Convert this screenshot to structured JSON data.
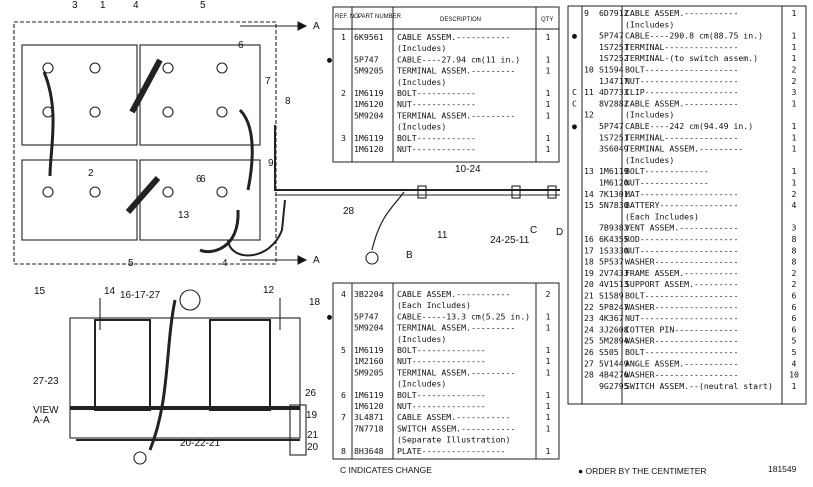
{
  "diagram": {
    "callouts_top": [
      "3",
      "1",
      "4",
      "5",
      "6",
      "7",
      "8",
      "6",
      "9",
      "10-24",
      "2",
      "6",
      "13",
      "4",
      "5",
      "11",
      "28",
      "12",
      "15",
      "14",
      "24-25-11",
      "C",
      "D",
      "B",
      "A",
      "A"
    ],
    "callouts_bottom": [
      "16-17-27",
      "18",
      "VIEW",
      "A-A",
      "27-23",
      "26",
      "19",
      "20-22-21",
      "21",
      "20"
    ]
  },
  "table1": {
    "headers": {
      "ref": "REF. NO.",
      "part": "PART NUMBER",
      "desc": "DESCRIPTION",
      "qty": "QTY"
    },
    "rows": [
      {
        "mark": "",
        "ref": "1",
        "part": "6K9561",
        "desc": "CABLE ASSEM.-----------",
        "qty": "1"
      },
      {
        "mark": "",
        "ref": "",
        "part": "",
        "desc": "(Includes)",
        "qty": ""
      },
      {
        "mark": "●",
        "ref": "",
        "part": "5P747",
        "desc": "CABLE----27.94 cm(11 in.)",
        "qty": "1"
      },
      {
        "mark": "",
        "ref": "",
        "part": "5M9205",
        "desc": "TERMINAL ASSEM.---------",
        "qty": "1"
      },
      {
        "mark": "",
        "ref": "",
        "part": "",
        "desc": "(Includes)",
        "qty": ""
      },
      {
        "mark": "",
        "ref": "2",
        "part": "1M6119",
        "desc": "BOLT------------",
        "qty": "1"
      },
      {
        "mark": "",
        "ref": "",
        "part": "1M6120",
        "desc": "NUT-------------",
        "qty": "1"
      },
      {
        "mark": "",
        "ref": "",
        "part": "5M9204",
        "desc": "TERMINAL ASSEM.---------",
        "qty": "1"
      },
      {
        "mark": "",
        "ref": "",
        "part": "",
        "desc": "(Includes)",
        "qty": ""
      },
      {
        "mark": "",
        "ref": "3",
        "part": "1M6119",
        "desc": "BOLT------------",
        "qty": "1"
      },
      {
        "mark": "",
        "ref": "",
        "part": "1M6120",
        "desc": "NUT-------------",
        "qty": "1"
      }
    ]
  },
  "table2": {
    "rows": [
      {
        "mark": "",
        "ref": "4",
        "part": "3B2204",
        "desc": "CABLE ASSEM.-----------",
        "qty": "2"
      },
      {
        "mark": "",
        "ref": "",
        "part": "",
        "desc": "(Each Includes)",
        "qty": ""
      },
      {
        "mark": "●",
        "ref": "",
        "part": "5P747",
        "desc": "CABLE-----13.3 cm(5.25 in.)",
        "qty": "1"
      },
      {
        "mark": "",
        "ref": "",
        "part": "5M9204",
        "desc": "TERMINAL ASSEM.---------",
        "qty": "1"
      },
      {
        "mark": "",
        "ref": "",
        "part": "",
        "desc": "(Includes)",
        "qty": ""
      },
      {
        "mark": "",
        "ref": "5",
        "part": "1M6119",
        "desc": "BOLT--------------",
        "qty": "1"
      },
      {
        "mark": "",
        "ref": "",
        "part": "1M2160",
        "desc": "NUT---------------",
        "qty": "1"
      },
      {
        "mark": "",
        "ref": "",
        "part": "5M9205",
        "desc": "TERMINAL ASSEM.---------",
        "qty": "1"
      },
      {
        "mark": "",
        "ref": "",
        "part": "",
        "desc": "(Includes)",
        "qty": ""
      },
      {
        "mark": "",
        "ref": "6",
        "part": "1M6119",
        "desc": "BOLT--------------",
        "qty": "1"
      },
      {
        "mark": "",
        "ref": "",
        "part": "1M6120",
        "desc": "NUT---------------",
        "qty": "1"
      },
      {
        "mark": "",
        "ref": "7",
        "part": "3L4871",
        "desc": "CABLE ASSEM.-----------",
        "qty": "1"
      },
      {
        "mark": "",
        "ref": "",
        "part": "7N7718",
        "desc": "SWITCH ASSEM.-----------",
        "qty": "1"
      },
      {
        "mark": "",
        "ref": "",
        "part": "",
        "desc": "(Separate Illustration)",
        "qty": ""
      },
      {
        "mark": "",
        "ref": "8",
        "part": "8H3648",
        "desc": "PLATE-----------------",
        "qty": "1"
      }
    ],
    "footnote": "C INDICATES CHANGE"
  },
  "table3": {
    "rows": [
      {
        "mark": "",
        "ref": "9",
        "part": "6D7912",
        "desc": "CABLE ASSEM.-----------",
        "qty": "1"
      },
      {
        "mark": "",
        "ref": "",
        "part": "",
        "desc": "(Includes)",
        "qty": ""
      },
      {
        "mark": "●",
        "ref": "",
        "part": "5P747",
        "desc": "CABLE----290.8 cm(88.75 in.)",
        "qty": "1"
      },
      {
        "mark": "",
        "ref": "",
        "part": "1S7251",
        "desc": "TERMINAL---------------",
        "qty": "1"
      },
      {
        "mark": "",
        "ref": "",
        "part": "1S7252",
        "desc": "TERMINAL-(to switch assem.)",
        "qty": "1"
      },
      {
        "mark": "",
        "ref": "10",
        "part": "S1594",
        "desc": "BOLT-------------------",
        "qty": "2"
      },
      {
        "mark": "",
        "ref": "",
        "part": "1J4717",
        "desc": "NUT--------------------",
        "qty": "2"
      },
      {
        "mark": "C",
        "ref": "11",
        "part": "4D7733",
        "desc": "CLIP-------------------",
        "qty": "3"
      },
      {
        "mark": "C",
        "ref": "",
        "part": "8V2882",
        "desc": "CABLE ASSEM.-----------",
        "qty": "1"
      },
      {
        "mark": "",
        "ref": "12",
        "part": "",
        "desc": "(Includes)",
        "qty": ""
      },
      {
        "mark": "●",
        "ref": "",
        "part": "5P747",
        "desc": "CABLE----242 cm(94.49 in.)",
        "qty": "1"
      },
      {
        "mark": "",
        "ref": "",
        "part": "1S7251",
        "desc": "TERMINAL---------------",
        "qty": "1"
      },
      {
        "mark": "",
        "ref": "",
        "part": "3S6049",
        "desc": "TERMINAL ASSEM.---------",
        "qty": "1"
      },
      {
        "mark": "",
        "ref": "",
        "part": "",
        "desc": "(Includes)",
        "qty": ""
      },
      {
        "mark": "",
        "ref": "13",
        "part": "1M6119",
        "desc": "BOLT-------------",
        "qty": "1"
      },
      {
        "mark": "",
        "ref": "",
        "part": "1M6120",
        "desc": "NUT--------------",
        "qty": "1"
      },
      {
        "mark": "",
        "ref": "14",
        "part": "7K1301",
        "desc": "MAT--------------------",
        "qty": "2"
      },
      {
        "mark": "",
        "ref": "15",
        "part": "5N7830",
        "desc": "BATTERY----------------",
        "qty": "4"
      },
      {
        "mark": "",
        "ref": "",
        "part": "",
        "desc": "(Each Includes)",
        "qty": ""
      },
      {
        "mark": "",
        "ref": "",
        "part": "7B9383",
        "desc": "VENT ASSEM.------------",
        "qty": "3"
      },
      {
        "mark": "",
        "ref": "16",
        "part": "6K4355",
        "desc": "ROD--------------------",
        "qty": "8"
      },
      {
        "mark": "",
        "ref": "17",
        "part": "1S3330",
        "desc": "NUT--------------------",
        "qty": "8"
      },
      {
        "mark": "",
        "ref": "18",
        "part": "5P537",
        "desc": "WASHER-----------------",
        "qty": "8"
      },
      {
        "mark": "",
        "ref": "19",
        "part": "2V7433",
        "desc": "FRAME ASSEM.-----------",
        "qty": "2"
      },
      {
        "mark": "",
        "ref": "20",
        "part": "4V1513",
        "desc": "SUPPORT ASSEM.---------",
        "qty": "2"
      },
      {
        "mark": "",
        "ref": "21",
        "part": "S1589",
        "desc": "BOLT-------------------",
        "qty": "6"
      },
      {
        "mark": "",
        "ref": "22",
        "part": "5P8247",
        "desc": "WASHER-----------------",
        "qty": "6"
      },
      {
        "mark": "",
        "ref": "23",
        "part": "4K367",
        "desc": "NUT--------------------",
        "qty": "6"
      },
      {
        "mark": "",
        "ref": "24",
        "part": "3J2608",
        "desc": "COTTER PIN-------------",
        "qty": "6"
      },
      {
        "mark": "",
        "ref": "25",
        "part": "5M2894",
        "desc": "WASHER-----------------",
        "qty": "5"
      },
      {
        "mark": "",
        "ref": "26",
        "part": "S505",
        "desc": "BOLT-------------------",
        "qty": "5"
      },
      {
        "mark": "",
        "ref": "27",
        "part": "5V1449",
        "desc": "ANGLE ASSEM.-----------",
        "qty": "4"
      },
      {
        "mark": "",
        "ref": "28",
        "part": "4B4276",
        "desc": "WASHER-----------------",
        "qty": "10"
      },
      {
        "mark": "",
        "ref": "",
        "part": "9G2795",
        "desc": "SWITCH ASSEM.--(neutral start)",
        "qty": "1"
      }
    ],
    "footnote": "● ORDER BY THE CENTIMETER",
    "doc_number": "181549"
  }
}
